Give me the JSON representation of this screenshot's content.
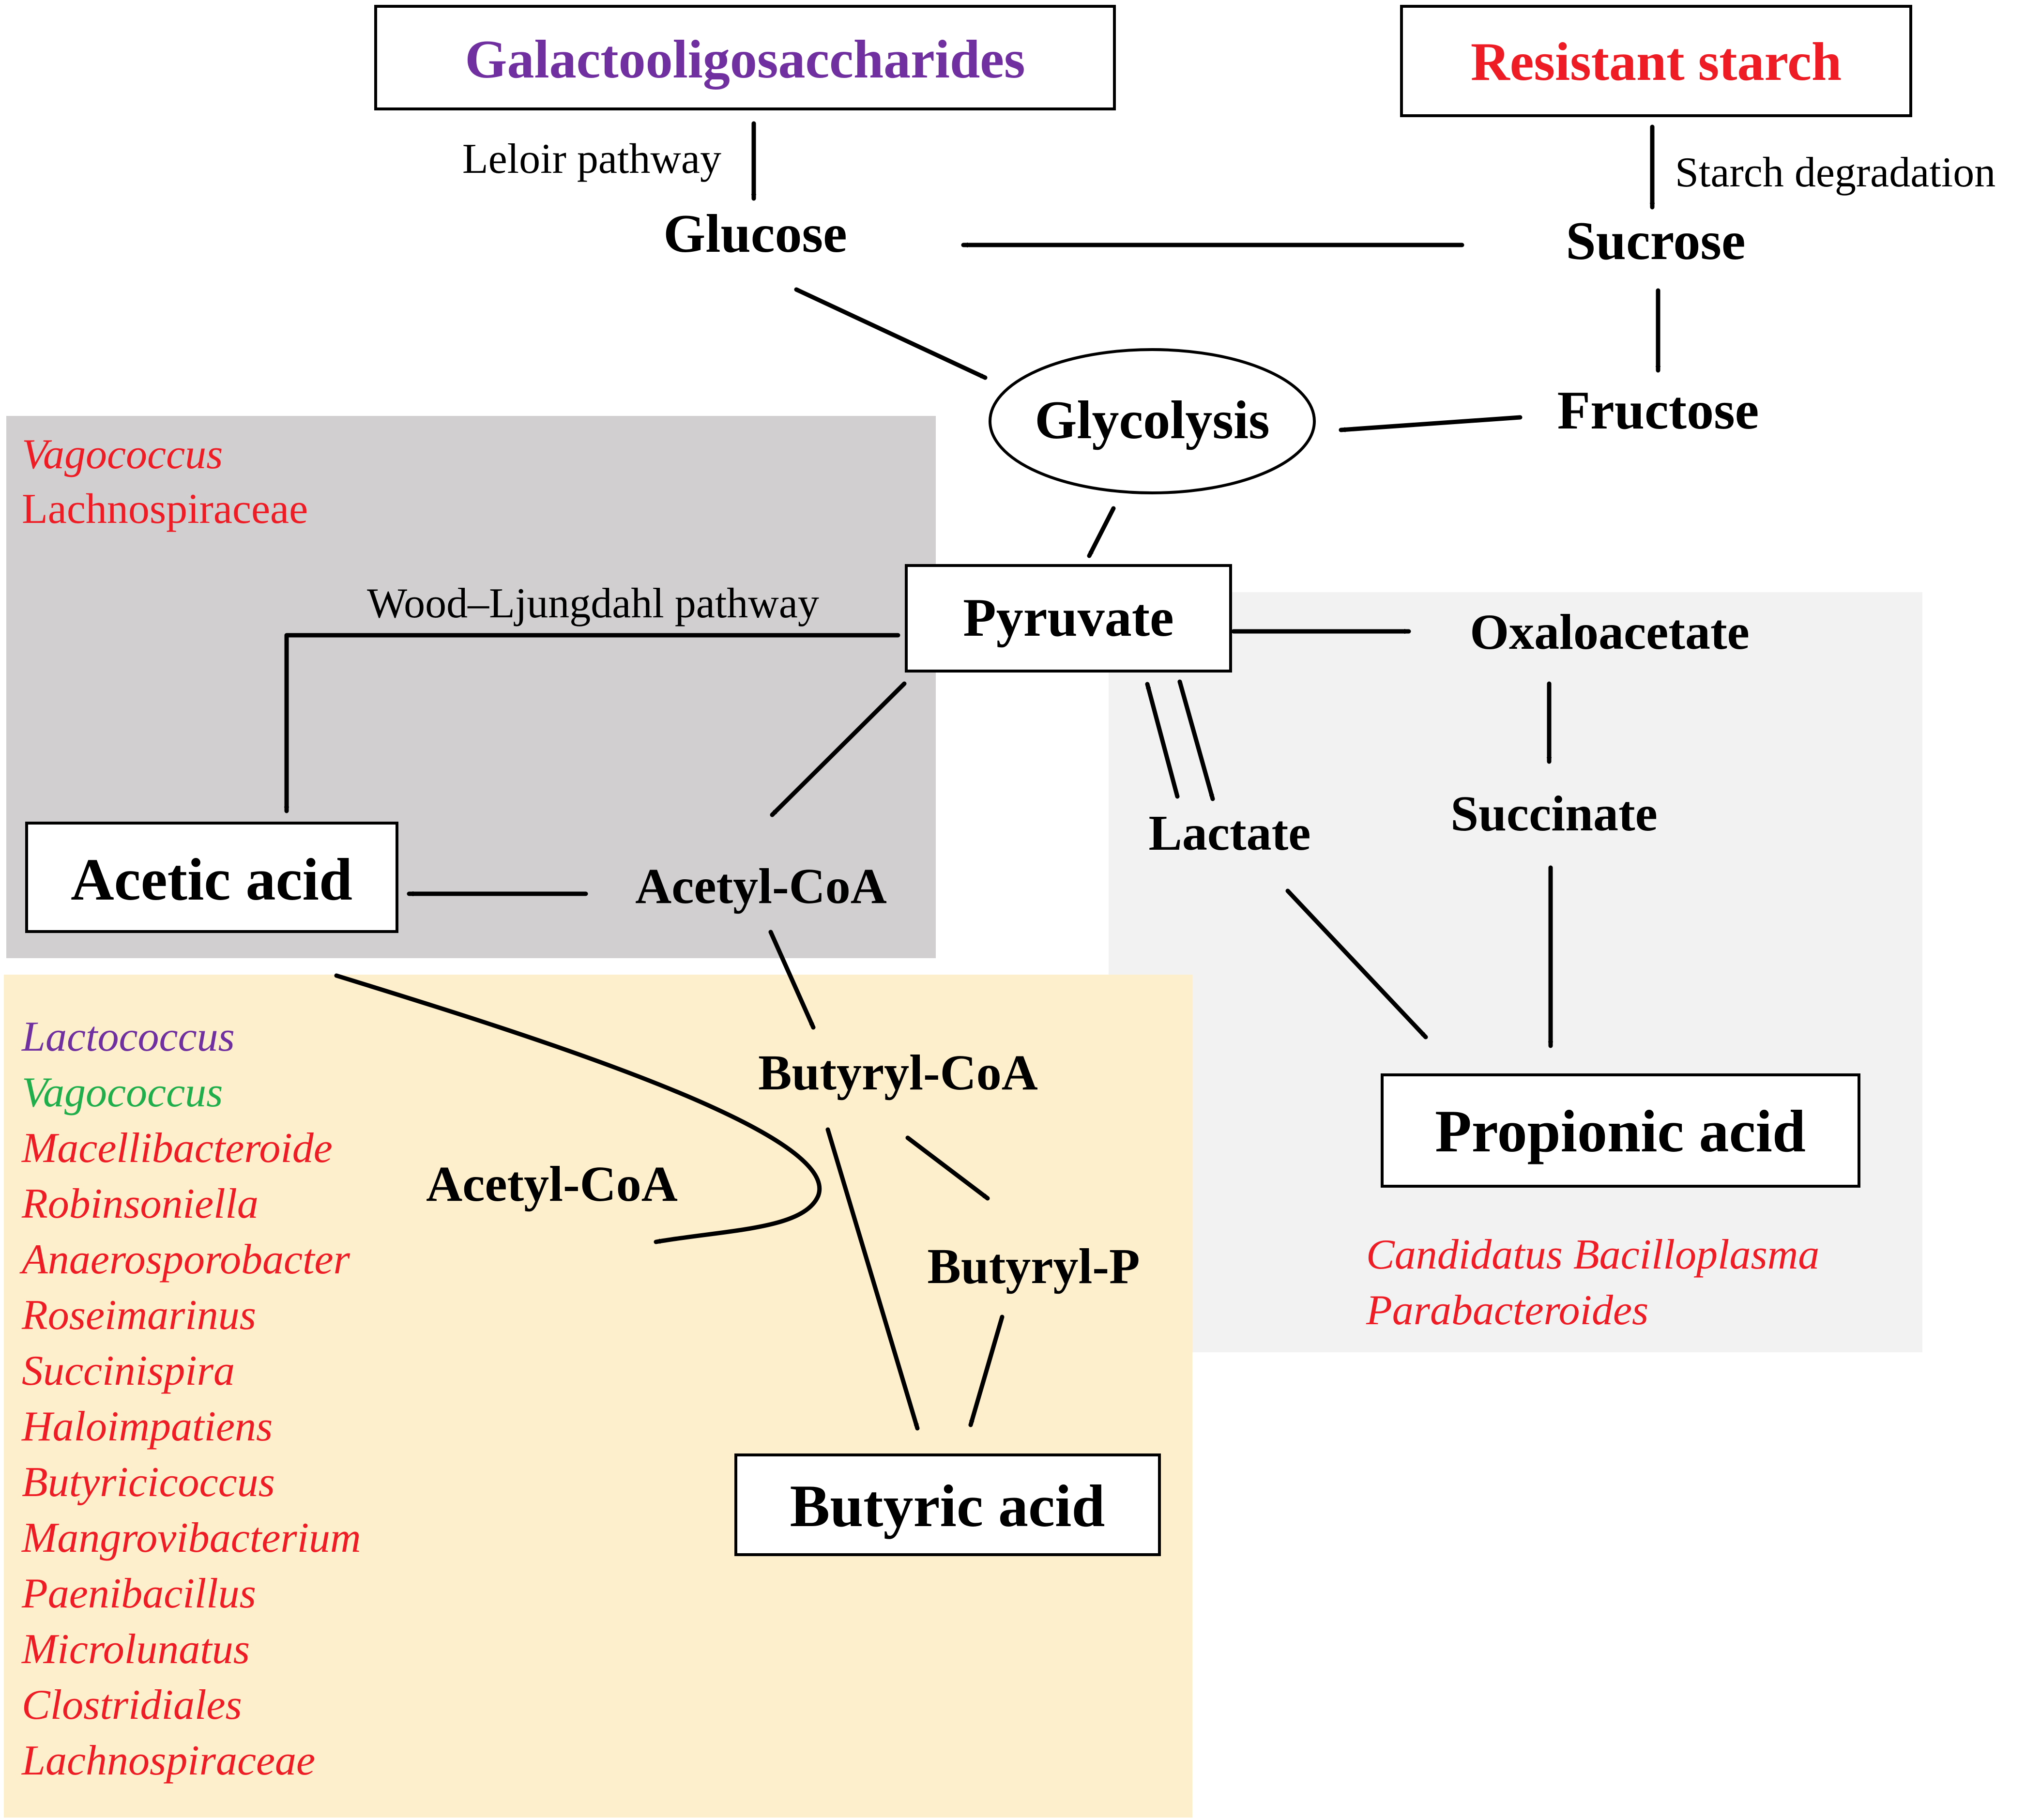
{
  "colors": {
    "grey_region": "#d1cfd0",
    "light_region": "#f2f2f2",
    "cream_region": "#fdefcb",
    "red": "#ee1c24",
    "purple": "#7030a0",
    "green": "#1fae4b",
    "black": "#000000"
  },
  "sources": {
    "gos": "Galactooligosaccharides",
    "rs": "Resistant starch"
  },
  "pathways": {
    "leloir": "Leloir pathway",
    "starch": "Starch degradation",
    "wood": "Wood–Ljungdahl pathway"
  },
  "metabolites": {
    "glucose": "Glucose",
    "sucrose": "Sucrose",
    "fructose": "Fructose",
    "glycolysis": "Glycolysis",
    "pyruvate": "Pyruvate",
    "oxaloacetate": "Oxaloacetate",
    "succinate": "Succinate",
    "lactate": "Lactate",
    "acetyl_coa": "Acetyl-CoA",
    "acetyl_coa_2": "Acetyl-CoA",
    "butyryl_coa": "Butyryl-CoA",
    "butyryl_p": "Butyryl-P"
  },
  "products": {
    "acetic": "Acetic acid",
    "propionic": "Propionic acid",
    "butyric": "Butyric acid"
  },
  "taxa": {
    "acetic_region": [
      {
        "name": "Vagococcus",
        "color": "red",
        "style": "italic"
      },
      {
        "name": "Lachnospiraceae",
        "color": "red",
        "style": "normal"
      }
    ],
    "propionic_region": [
      {
        "name": "Candidatus Bacilloplasma",
        "color": "red",
        "style": "italic"
      },
      {
        "name": "Parabacteroides",
        "color": "red",
        "style": "italic"
      }
    ],
    "butyric_region": [
      {
        "name": "Lactococcus",
        "color": "purple",
        "style": "italic"
      },
      {
        "name": "Vagococcus",
        "color": "green",
        "style": "italic"
      },
      {
        "name": "Macellibacteroide",
        "color": "red",
        "style": "italic"
      },
      {
        "name": "Robinsoniella",
        "color": "red",
        "style": "italic"
      },
      {
        "name": "Anaerosporobacter",
        "color": "red",
        "style": "italic"
      },
      {
        "name": "Roseimarinus",
        "color": "red",
        "style": "italic"
      },
      {
        "name": "Succinispira",
        "color": "red",
        "style": "italic"
      },
      {
        "name": "Haloimpatiens",
        "color": "red",
        "style": "italic"
      },
      {
        "name": "Butyricicoccus",
        "color": "red",
        "style": "italic"
      },
      {
        "name": "Mangrovibacterium",
        "color": "red",
        "style": "italic"
      },
      {
        "name": "Paenibacillus",
        "color": "red",
        "style": "italic"
      },
      {
        "name": "Microlunatus",
        "color": "red",
        "style": "italic"
      },
      {
        "name": "Clostridiales",
        "color": "red",
        "style": "italic"
      },
      {
        "name": "Lachnospiraceae",
        "color": "red",
        "style": "italic"
      }
    ]
  }
}
